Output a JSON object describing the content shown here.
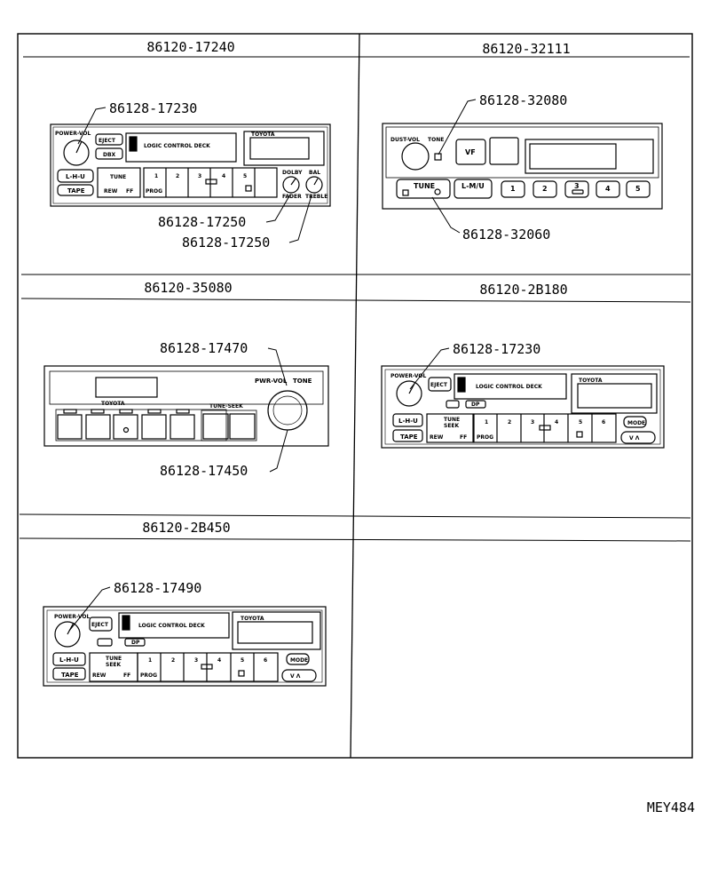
{
  "panels": [
    {
      "header": "86120-17240",
      "callouts": [
        "86128-17230",
        "86128-17250",
        "86128-17250"
      ],
      "radio": {
        "labels": [
          "POWER-VOL",
          "EJECT",
          "DBX",
          "LOGIC CONTROL DECK",
          "TOYOTA",
          "L-H-U",
          "TAPE",
          "TUNE",
          "REW",
          "FF",
          "PROG",
          "1",
          "2",
          "3",
          "4",
          "5",
          "DOLBY",
          "BAL",
          "FADER",
          "TREBLE"
        ]
      }
    },
    {
      "header": "86120-32111",
      "callouts": [
        "86128-32080",
        "86128-32060"
      ],
      "radio": {
        "labels": [
          "DUST-VOL",
          "TONE",
          "VF",
          "TUNE",
          "L-M/U",
          "1",
          "2",
          "3",
          "4",
          "5"
        ]
      }
    },
    {
      "header": "86120-35080",
      "callouts": [
        "86128-17470",
        "86128-17450"
      ],
      "radio": {
        "labels": [
          "PWR-VOL",
          "TONE",
          "TUNE-SEEK",
          "TOYOTA"
        ]
      }
    },
    {
      "header": "86120-2B180",
      "callouts": [
        "86128-17230"
      ],
      "radio": {
        "labels": [
          "POWER-VOL",
          "EJECT",
          "LOGIC CONTROL DECK",
          "TOYOTA",
          "L-H-U",
          "TAPE",
          "TUNE",
          "SEEK",
          "REW",
          "FF",
          "PROG",
          "1",
          "2",
          "3",
          "4",
          "5",
          "6",
          "MODE",
          "DP"
        ]
      }
    },
    {
      "header": "86120-2B450",
      "callouts": [
        "86128-17490"
      ],
      "radio": {
        "labels": [
          "POWER-VOL",
          "EJECT",
          "LOGIC CONTROL DECK",
          "TOYOTA",
          "L-H-U",
          "TAPE",
          "TUNE",
          "SEEK",
          "REW",
          "FF",
          "PROG",
          "1",
          "2",
          "3",
          "4",
          "5",
          "6",
          "MODE",
          "DP"
        ]
      }
    },
    {
      "header": "",
      "callouts": []
    }
  ],
  "figure_code": "MEY484"
}
